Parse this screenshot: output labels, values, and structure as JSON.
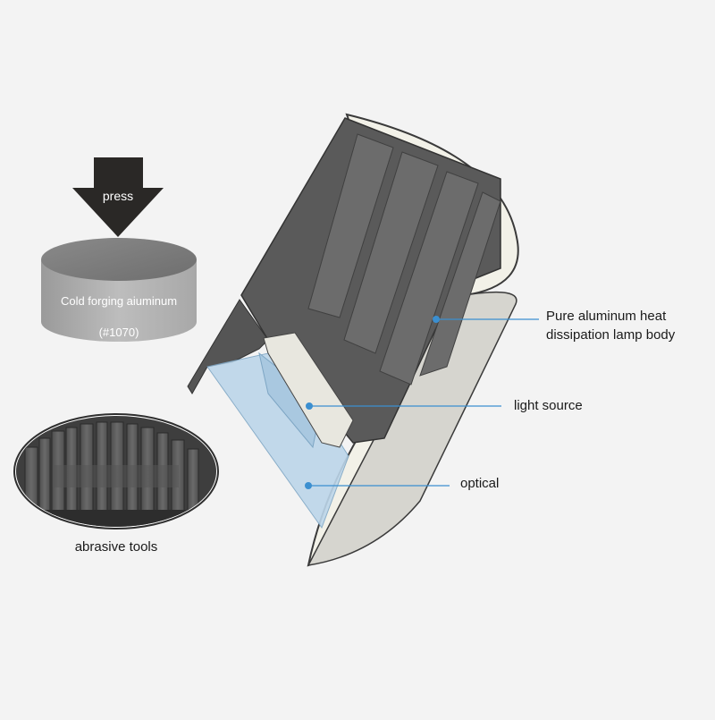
{
  "labels": {
    "press": "press",
    "cold_forging": "Cold forging aiuminum",
    "grade": "(#1070)",
    "abrasive_tools": "abrasive tools",
    "lamp_body_line1": "Pure aluminum heat",
    "lamp_body_line2": "dissipation lamp body",
    "light_source": "light source",
    "optical": "optical"
  },
  "colors": {
    "background": "#f3f3f3",
    "arrow": "#2a2826",
    "aluminum_dark": "#5a5a5a",
    "aluminum_light": "#c9c9c9",
    "shell": "#f2f1e8",
    "shell_outline": "#3a3a3a",
    "optic": "#bcd6ea",
    "led": "#e6d22a",
    "leader_line": "#3b8fd0"
  }
}
